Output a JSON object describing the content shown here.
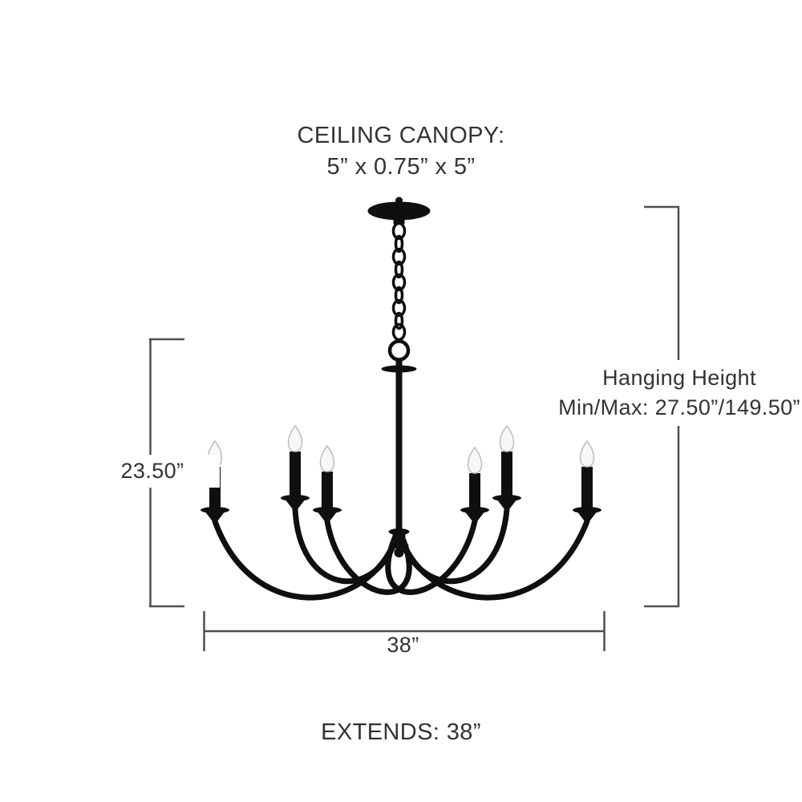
{
  "diagram": {
    "top_label": {
      "line1": "CEILING CANOPY:",
      "line2": "5” x 0.75” x 5”"
    },
    "left_dimension": {
      "label": "23.50”"
    },
    "right_dimension": {
      "line1": "Hanging Height",
      "line2": "Min/Max: 27.50”/149.50”"
    },
    "bottom_dimension": {
      "label": "38”"
    },
    "extends_label": "EXTENDS: 38”",
    "colors": {
      "fixture": "#0f0f0f",
      "dimension_line": "#4f4f4f",
      "text": "#333333",
      "bulb": "#f7f7f7"
    }
  }
}
